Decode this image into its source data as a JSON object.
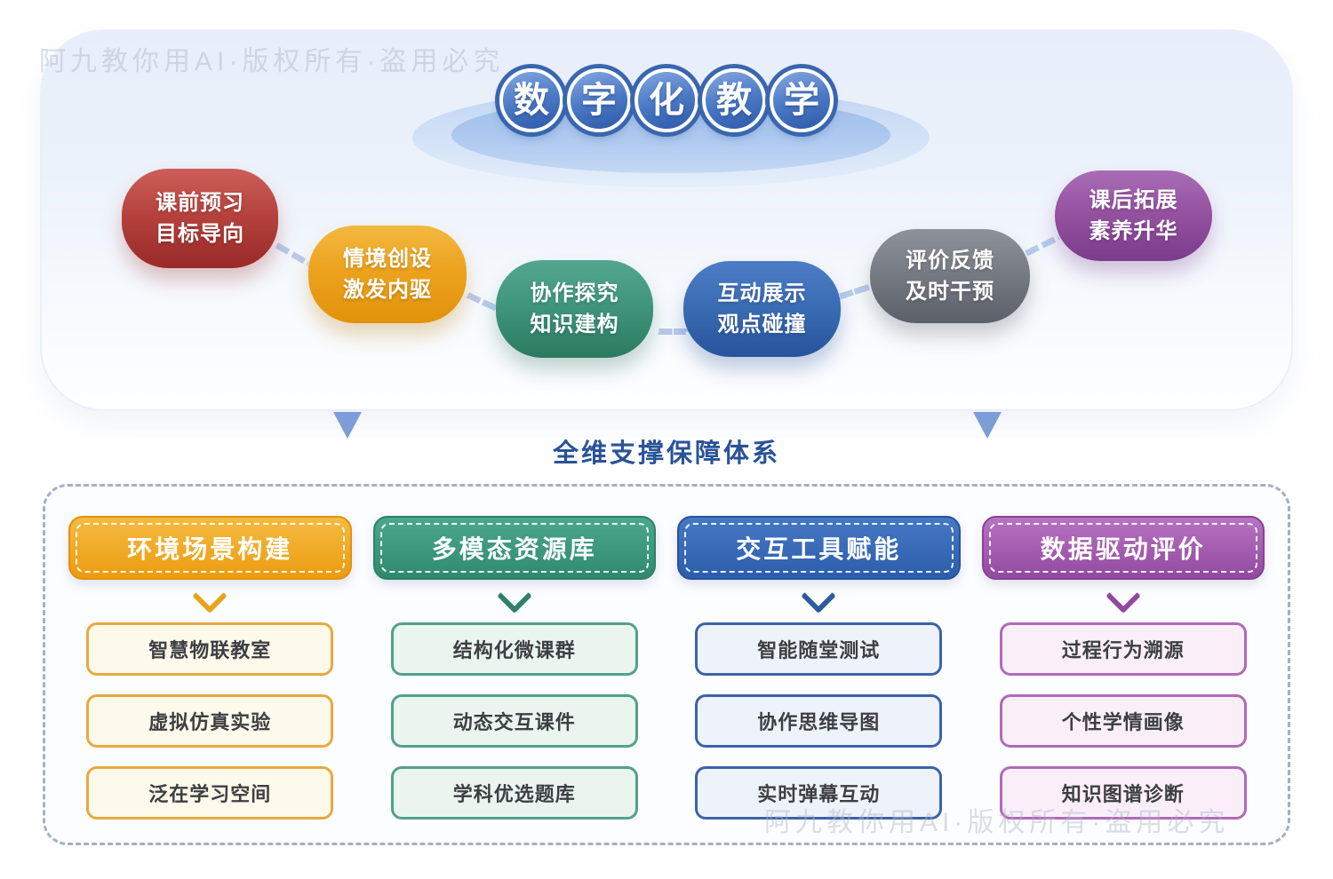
{
  "watermark": {
    "text": "阿九教你用AI·版权所有·盗用必究"
  },
  "title": {
    "chars": [
      "数",
      "字",
      "化",
      "教",
      "学"
    ],
    "circle_color": "#3a66af"
  },
  "flow": {
    "steps": [
      {
        "lines": [
          "课前预习",
          "目标导向"
        ],
        "color": "#b4413c"
      },
      {
        "lines": [
          "情境创设",
          "激发内驱"
        ],
        "color": "#eca21d"
      },
      {
        "lines": [
          "协作探究",
          "知识建构"
        ],
        "color": "#3f957b"
      },
      {
        "lines": [
          "互动展示",
          "观点碰撞"
        ],
        "color": "#3a6cb4"
      },
      {
        "lines": [
          "评价反馈",
          "及时干预"
        ],
        "color": "#767a83"
      },
      {
        "lines": [
          "课后拓展",
          "素养升华"
        ],
        "color": "#94519f"
      }
    ],
    "connector_color": "#b7cbec"
  },
  "support": {
    "label": "全维支撑保障体系",
    "label_color": "#2a5397",
    "arrow_color": "#7d9dd9"
  },
  "pillars": [
    {
      "title": "环境场景构建",
      "accent": "#eb9c0f",
      "items": [
        "智慧物联教室",
        "虚拟仿真实验",
        "泛在学习空间"
      ]
    },
    {
      "title": "多模态资源库",
      "accent": "#2f8a6d",
      "items": [
        "结构化微课群",
        "动态交互课件",
        "学科优选题库"
      ]
    },
    {
      "title": "交互工具赋能",
      "accent": "#2b5dac",
      "items": [
        "智能随堂测试",
        "协作思维导图",
        "实时弹幕互动"
      ]
    },
    {
      "title": "数据驱动评价",
      "accent": "#92499f",
      "items": [
        "过程行为溯源",
        "个性学情画像",
        "知识图谱诊断"
      ]
    }
  ]
}
